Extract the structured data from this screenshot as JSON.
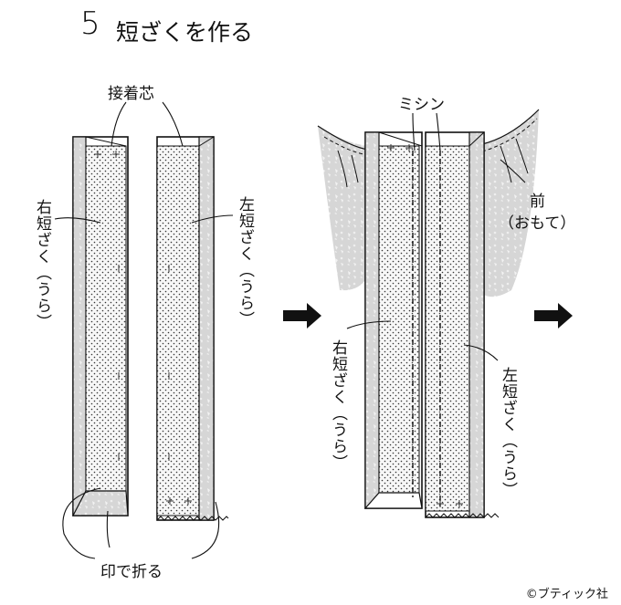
{
  "step": {
    "number": "5",
    "title": "短ざくを作る"
  },
  "labels": {
    "interfacing": "接着芯",
    "right_placket_back_1": "右短ざく（うら）",
    "left_placket_back_1": "左短ざく（うら）",
    "fold_at_mark": "印で折る",
    "machine_stitch": "ミシン",
    "front_face_line1": "前",
    "front_face_line2": "（おもて）",
    "right_placket_back_2": "右短ざく（うら）",
    "left_placket_back_2": "左短ざく（うら）"
  },
  "copyright": "©ブティック社",
  "colors": {
    "line": "#111111",
    "fabric_gray": "#d9d9d9",
    "interfacing_bg": "#f4f4f4"
  },
  "icons": {
    "arrow_1": "arrow-right-icon",
    "arrow_2": "arrow-right-icon"
  }
}
